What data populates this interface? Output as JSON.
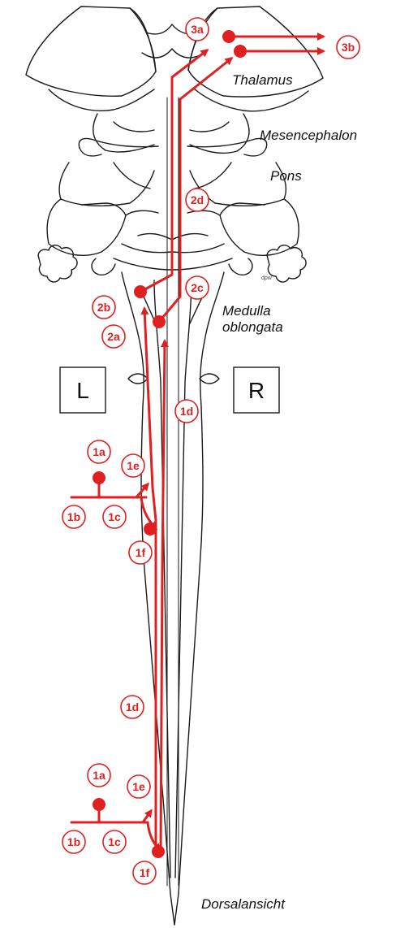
{
  "colors": {
    "pathway": "#e02020",
    "outline": "#1a1a1a",
    "background": "#ffffff"
  },
  "regions": {
    "thalamus": "Thalamus",
    "mesencephalon": "Mesencephalon",
    "pons": "Pons",
    "medulla_line1": "Medulla",
    "medulla_line2": "oblongata",
    "view": "Dorsalansicht"
  },
  "sides": {
    "left": "L",
    "right": "R"
  },
  "credit": "dpw",
  "labels": {
    "l3a": "3a",
    "l3b": "3b",
    "l2a": "2a",
    "l2b": "2b",
    "l2c": "2c",
    "l2d": "2d",
    "l1d_upper": "1d",
    "l1a_upper": "1a",
    "l1e_upper": "1e",
    "l1b_upper": "1b",
    "l1c_upper": "1c",
    "l1f_upper": "1f",
    "l1d_lower": "1d",
    "l1a_lower": "1a",
    "l1e_lower": "1e",
    "l1b_lower": "1b",
    "l1c_lower": "1c",
    "l1f_lower": "1f"
  }
}
